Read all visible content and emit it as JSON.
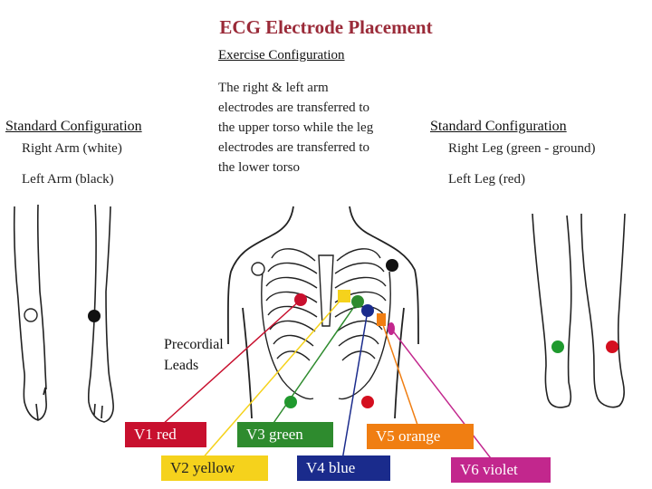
{
  "title": "ECG Electrode Placement",
  "exercise": {
    "heading": "Exercise Configuration",
    "description": "The right & left arm\nelectrodes are transferred to\nthe upper torso while the leg\nelectrodes are transferred to\nthe lower torso"
  },
  "arms": {
    "heading": "Standard Configuration",
    "right_arm": "Right Arm (white)",
    "left_arm": "Left Arm (black)"
  },
  "legs": {
    "heading": "Standard Configuration",
    "right_leg": "Right Leg (green - ground)",
    "left_leg": "Left Leg (red)"
  },
  "precordial_label": "Precordial\nLeads",
  "leads": {
    "v1": {
      "label": "V1 red",
      "color": "#c8102e"
    },
    "v2": {
      "label": "V2 yellow",
      "color": "#f5d21c"
    },
    "v3": {
      "label": "V3 green",
      "color": "#2e8b2e"
    },
    "v4": {
      "label": "V4 blue",
      "color": "#1a2b8c"
    },
    "v5": {
      "label": "V5 orange",
      "color": "#f07e12"
    },
    "v6": {
      "label": "V6 violet",
      "color": "#c2278d"
    }
  },
  "electrode_colors": {
    "white": "#ffffff",
    "black": "#111111",
    "red": "#d40f1f",
    "green": "#1f9a2e"
  }
}
